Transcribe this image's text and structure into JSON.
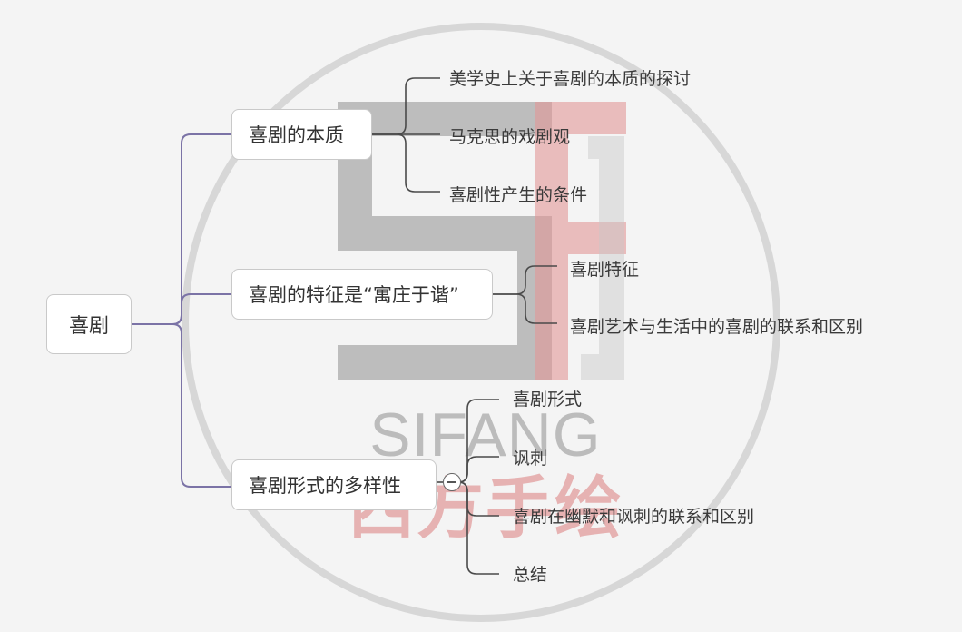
{
  "watermark": {
    "latin": "SIFANG",
    "chinese": "西方手绘"
  },
  "mindmap": {
    "root": "喜剧",
    "branches": [
      {
        "label": "喜剧的本质",
        "children": [
          "美学史上关于喜剧的本质的探讨",
          "马克思的戏剧观",
          "喜剧性产生的条件"
        ]
      },
      {
        "label": "喜剧的特征是“寓庄于谐”",
        "children": [
          "喜剧特征",
          "喜剧艺术与生活中的喜剧的联系和区别"
        ]
      },
      {
        "label": "喜剧形式的多样性",
        "children": [
          "喜剧形式",
          "讽刺",
          "喜剧在幽默和讽刺的联系和区别",
          "总结"
        ]
      }
    ]
  },
  "colors": {
    "root_link": "#7b73a6",
    "branch_link": "#4a4a4a",
    "watermark_gray": "#b3b3b3",
    "watermark_red": "#e3a0a0"
  }
}
